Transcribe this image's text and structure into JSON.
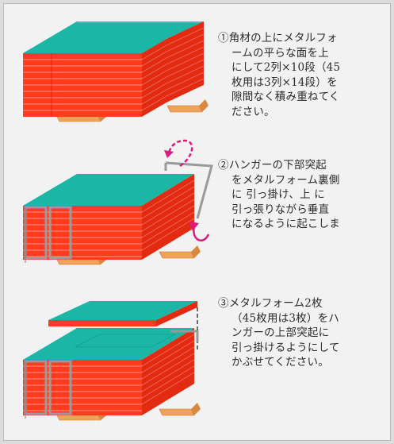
{
  "steps": [
    {
      "lines": [
        "①角材の上にメタルフォ",
        "ームの平らな面を上",
        "にして2列×10段（45",
        "枚用は3列×14段）を",
        "隙間なく積み重ねてく",
        "ださい。"
      ]
    },
    {
      "lines": [
        "②ハンガーの下部突起",
        "をメタルフォーム裏側",
        "に 引っ掛け、上 に",
        "引っ張りながら垂直",
        "になるように起こしま"
      ]
    },
    {
      "lines": [
        "③メタルフォーム2枚",
        "（45枚用は3枚）をハ",
        "ンガーの上部突起に",
        "引っ掛けるようにして",
        "かぶせてください。"
      ]
    }
  ],
  "colors": {
    "top": "#1bb6a6",
    "front": "#ff3b1e",
    "side": "#e32b12",
    "wood": "#f0a15a",
    "frame": "#9a9a9a",
    "arrow": "#e0197d"
  }
}
